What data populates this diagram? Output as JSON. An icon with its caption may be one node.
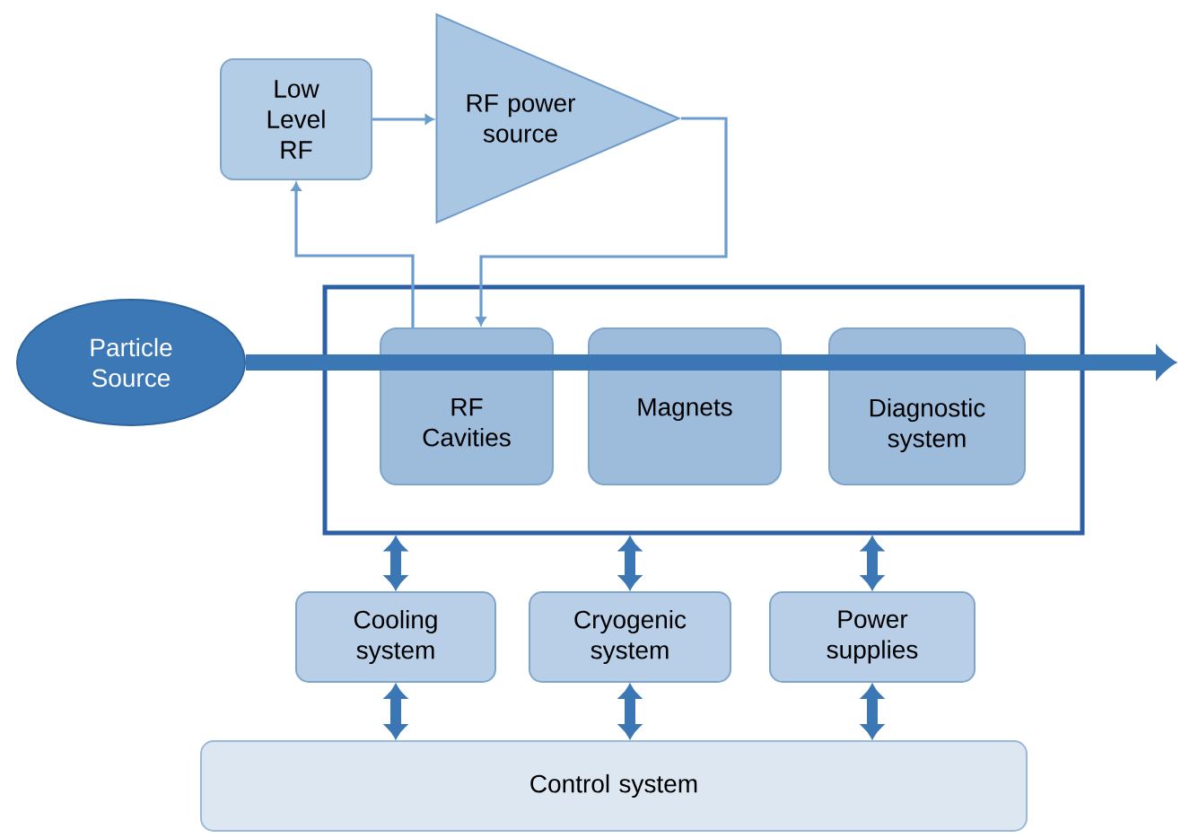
{
  "diagram": {
    "nodes": [
      {
        "text": [
          "Low Level RF"
        ]
      },
      {
        "text": [
          "RF power source"
        ]
      },
      {
        "text": [
          "Particle Source"
        ]
      },
      {
        "text": [],
        "shape": "box"
      },
      {
        "text": [
          "RF Cavities"
        ],
        "in": 3
      },
      {
        "text": [
          "Magnets"
        ],
        "in": 3
      },
      {
        "text": [
          "Diagnostic system"
        ],
        "in": 3
      },
      {
        "text": [
          "Cooling system"
        ]
      },
      {
        "text": [
          "Cryogenic system"
        ]
      },
      {
        "text": [
          "Power supplies"
        ]
      },
      {
        "text": [
          "Control system"
        ]
      }
    ],
    "edges": [
      {
        "from": 0,
        "to": 1,
        "arrow": "to",
        "color": "#6a9ccf"
      },
      {
        "from": 1,
        "to": 4,
        "arrow": "to",
        "color": "#6a9ccf"
      },
      {
        "from": 4,
        "to": 0,
        "arrow": "to",
        "color": "#6a9ccf"
      },
      {
        "from": 2,
        "to": null,
        "arrow": "to"
      },
      {
        "from": 3,
        "to": 7,
        "arrow": "both"
      },
      {
        "from": 3,
        "to": 8,
        "arrow": "both"
      },
      {
        "from": 3,
        "to": 9,
        "arrow": "both"
      },
      {
        "from": 7,
        "to": 10,
        "arrow": "both"
      },
      {
        "from": 8,
        "to": 10,
        "arrow": "both"
      },
      {
        "from": 9,
        "to": 10,
        "arrow": "both"
      }
    ]
  }
}
